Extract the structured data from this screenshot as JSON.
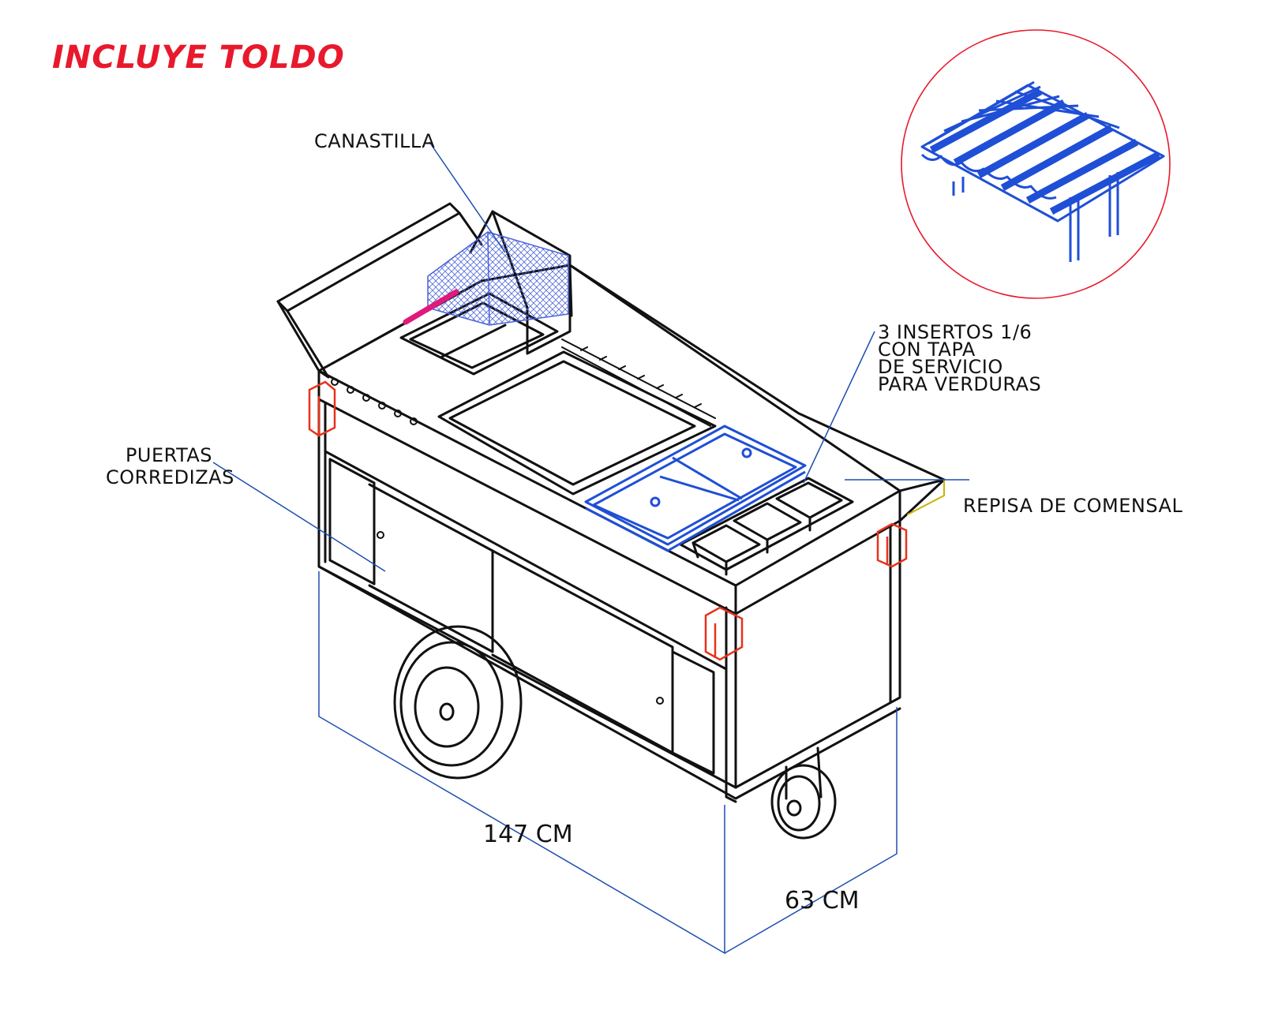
{
  "header": {
    "title": "INCLUYE TOLDO"
  },
  "labels": {
    "canastilla": "CANASTILLA",
    "puertas": [
      "PUERTAS",
      "CORREDIZAS"
    ],
    "insertos": [
      "3 INSERTOS 1/6",
      "CON TAPA",
      "DE SERVICIO",
      "PARA VERDURAS"
    ],
    "repisa": "REPISA DE COMENSAL"
  },
  "dimensions": {
    "length": "147 CM",
    "width": "63 CM"
  },
  "colors": {
    "title": "#e8192c",
    "line": "#111111",
    "accent_blue": "#1f4fd6",
    "leader": "#1b4fb0",
    "bracket_red": "#e8321c",
    "handle_pink": "#e0197d",
    "circle_red": "#e8192c",
    "shelf_yellow": "#c8b400"
  }
}
